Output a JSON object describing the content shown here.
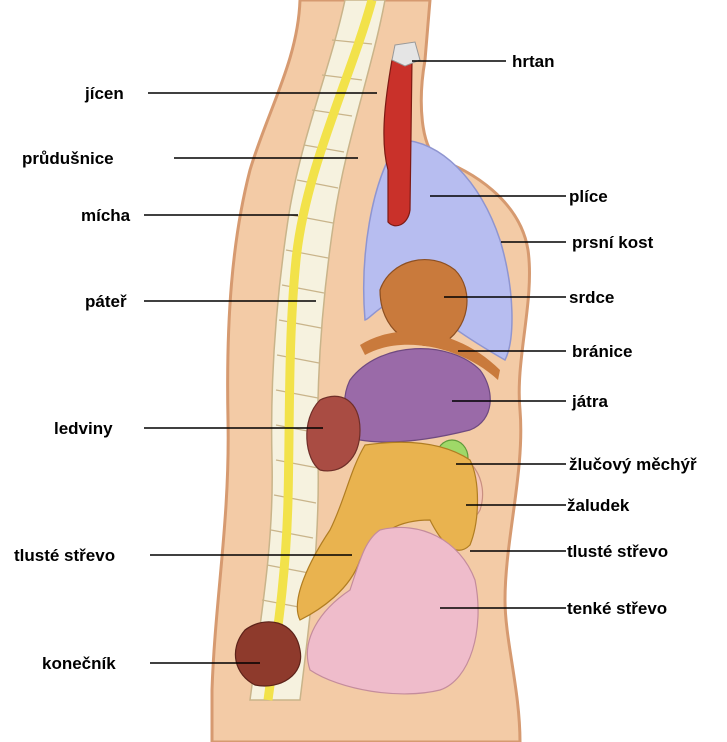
{
  "labels": {
    "hrtan": "hrtan",
    "jicen": "jícen",
    "pruduSnice": "průdušnice",
    "micha": "mícha",
    "plice": "plíce",
    "prsni_kost": "prsní kost",
    "pater": "páteř",
    "srdce": "srdce",
    "branice": "bránice",
    "jatra": "játra",
    "ledviny": "ledviny",
    "zlucovy_mechyr": "žlučový měchýř",
    "zaludek": "žaludek",
    "tluste_strevo_left": "tlusté střevo",
    "tluste_strevo_right": "tlusté střevo",
    "tenke_strevo": "tenké střevo",
    "konecnik": "konečník"
  },
  "colors": {
    "skin": "#f3cba6",
    "skin_edge": "#d69a70",
    "spine_cord": "#f2e24a",
    "vertebra": "#f6f2df",
    "lung": "#b7bdf0",
    "trachea": "#c9312a",
    "heart": "#c97a3c",
    "liver": "#9a6aa8",
    "kidney": "#a94c43",
    "gallbladder": "#9fd868",
    "stomach": "#f4c6b7",
    "colon": "#e9b34f",
    "small_intestine": "#efbccb",
    "rectum": "#8e3a2c"
  }
}
